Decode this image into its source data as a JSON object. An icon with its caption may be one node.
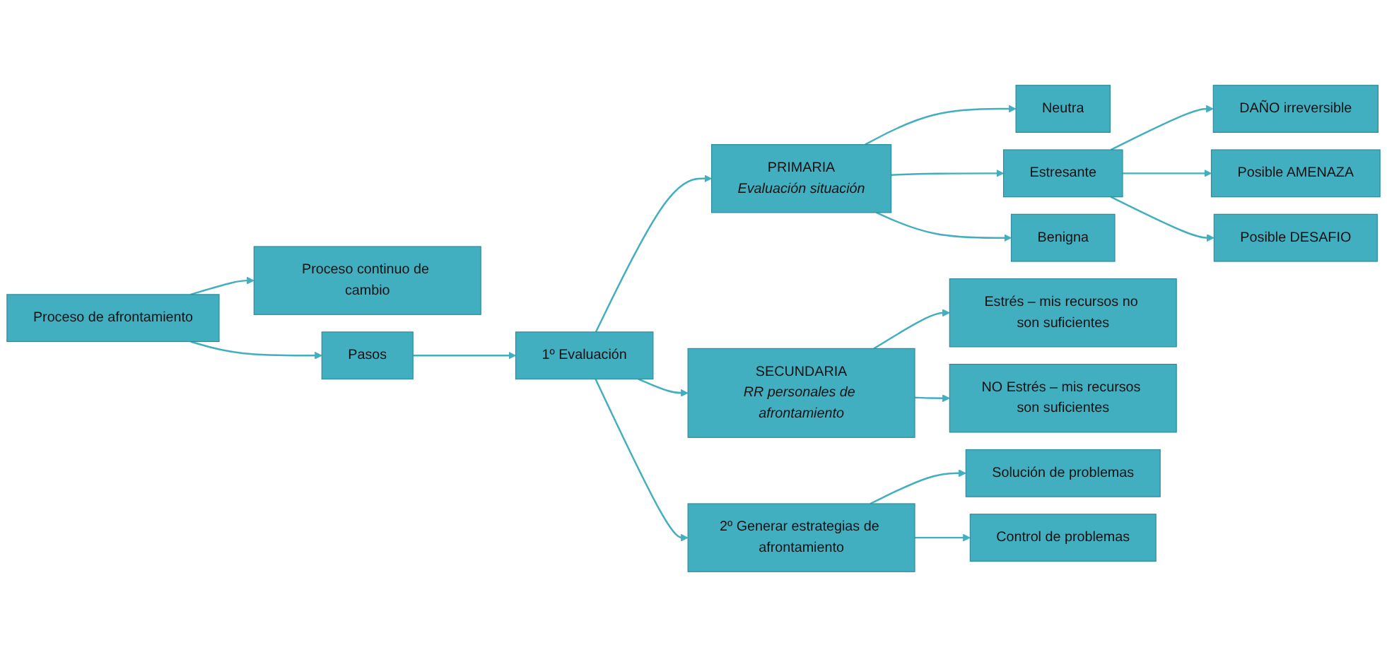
{
  "diagram": {
    "nodes": [
      {
        "text": [
          "Proceso de afrontamiento"
        ]
      },
      {
        "text": [
          "Proceso continuo de cambio"
        ]
      },
      {
        "text": [
          "Pasos"
        ]
      },
      {
        "text": [
          "1º Evaluación"
        ]
      },
      {
        "text": [
          "PRIMARIA",
          "Evaluación situación"
        ]
      },
      {
        "text": [
          "SECUNDARIA",
          "RR personales de afrontamiento"
        ]
      },
      {
        "text": [
          "Neutra"
        ]
      },
      {
        "text": [
          "Estresante"
        ]
      },
      {
        "text": [
          "Benigna"
        ]
      },
      {
        "text": [
          "DAÑO irreversible"
        ]
      },
      {
        "text": [
          "Posible AMENAZA"
        ]
      },
      {
        "text": [
          "Posible DESAFIO"
        ]
      },
      {
        "text": [
          "Estrés – mis recursos no son suficientes"
        ]
      },
      {
        "text": [
          "NO Estrés – mis recursos son suficientes"
        ]
      },
      {
        "text": [
          "2º Generar estrategias de afrontamiento"
        ]
      },
      {
        "text": [
          "Solución de problemas"
        ]
      },
      {
        "text": [
          "Control de problemas"
        ]
      }
    ],
    "edges": [
      {
        "from": 0,
        "to": 1,
        "arrow": "to"
      },
      {
        "from": 0,
        "to": 2,
        "arrow": "to"
      },
      {
        "from": 2,
        "to": 3,
        "arrow": "to"
      },
      {
        "from": 3,
        "to": 4,
        "arrow": "to"
      },
      {
        "from": 3,
        "to": 5,
        "arrow": "to"
      },
      {
        "from": 4,
        "to": 6,
        "arrow": "to"
      },
      {
        "from": 4,
        "to": 7,
        "arrow": "to"
      },
      {
        "from": 4,
        "to": 8,
        "arrow": "to"
      },
      {
        "from": 7,
        "to": 9,
        "arrow": "to"
      },
      {
        "from": 7,
        "to": 10,
        "arrow": "to"
      },
      {
        "from": 7,
        "to": 11,
        "arrow": "to"
      },
      {
        "from": 5,
        "to": 12,
        "arrow": "to"
      },
      {
        "from": 5,
        "to": 13,
        "arrow": "to"
      },
      {
        "from": 3,
        "to": 14,
        "arrow": "to"
      },
      {
        "from": 14,
        "to": 15,
        "arrow": "to"
      },
      {
        "from": 14,
        "to": 16,
        "arrow": "to"
      }
    ]
  }
}
